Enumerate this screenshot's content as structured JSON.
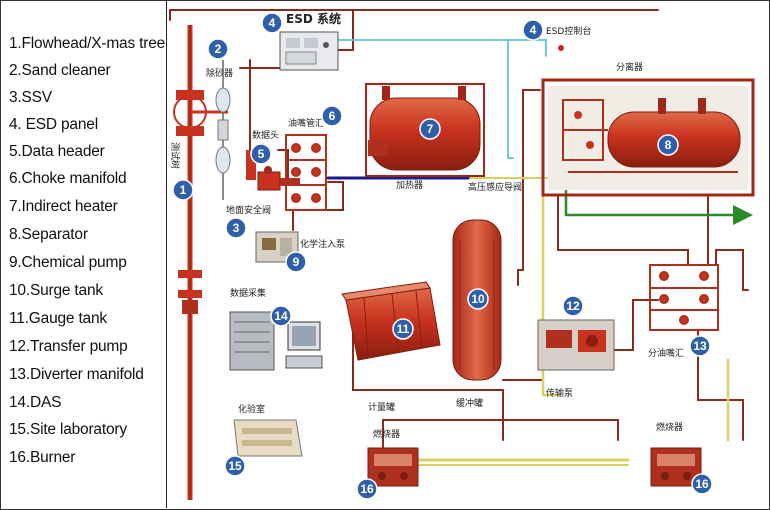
{
  "legend": {
    "items": [
      "1.Flowhead/X-mas tree",
      "2.Sand cleaner",
      "3.SSV",
      "4. ESD panel",
      "5.Data header",
      "6.Choke manifold",
      "7.Indirect heater",
      "8.Separator",
      "9.Chemical pump",
      "10.Surge tank",
      "11.Gauge tank",
      "12.Transfer pump",
      "13.Diverter manifold",
      "14.DAS",
      "15.Site laboratory",
      "16.Burner"
    ]
  },
  "diagram": {
    "esd_system_label": "ESD 系统",
    "esd_console_label": "ESD控制台",
    "desander_label": "除砂器",
    "test_tree_label": "测试树",
    "data_header_label": "数据头",
    "choke_label": "油嘴管汇",
    "ssv_label": "地面安全阀",
    "chem_pump_label": "化学注入泵",
    "heater_label": "加热器",
    "pressure_sensor_label": "高压感应导阀",
    "separator_label": "分离器",
    "das_label": "数据采集",
    "gauge_tank_label": "计量罐",
    "surge_tank_label": "缓冲罐",
    "transfer_pump_label": "传输泵",
    "diverter_label": "分油嘴汇",
    "lab_label": "化验室",
    "burner_left_label": "燃烧器",
    "burner_right_label": "燃烧器"
  },
  "badges": [
    "1",
    "2",
    "3",
    "4",
    "4",
    "5",
    "6",
    "7",
    "8",
    "9",
    "10",
    "11",
    "12",
    "13",
    "14",
    "15",
    "16",
    "16"
  ],
  "colors": {
    "badge_fill": "#2f5fa8",
    "equipment_red": "#c8321e",
    "pipe_red": "#8a2a1a",
    "pipe_cyan": "#5bc8d8",
    "pipe_yellow": "#d8d060",
    "pipe_green": "#2a8a2a",
    "pipe_navy": "#1a1a8a"
  }
}
